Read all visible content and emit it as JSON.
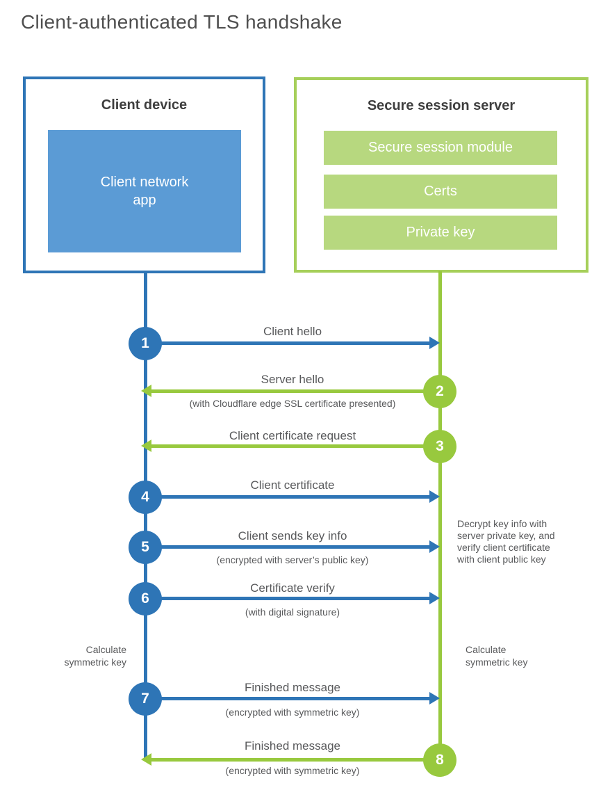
{
  "title": "Client-authenticated TLS handshake",
  "colors": {
    "blue": "#2e75b6",
    "blue_fill": "#5b9bd5",
    "green": "#98c93e",
    "green_border": "#a6cf5a",
    "green_fill": "#b7d87f",
    "text": "#58595b"
  },
  "client_box": {
    "title": "Client device",
    "app_label": "Client network\napp"
  },
  "server_box": {
    "title": "Secure session server",
    "modules": [
      "Secure session module",
      "Certs",
      "Private key"
    ]
  },
  "steps": [
    {
      "number": "1",
      "from": "client",
      "label": "Client hello",
      "sub": ""
    },
    {
      "number": "2",
      "from": "server",
      "label": "Server hello",
      "sub": "(with Cloudflare edge SSL certificate presented)"
    },
    {
      "number": "3",
      "from": "server",
      "label": "Client certificate request",
      "sub": ""
    },
    {
      "number": "4",
      "from": "client",
      "label": "Client certificate",
      "sub": ""
    },
    {
      "number": "5",
      "from": "client",
      "label": "Client sends key info",
      "sub": "(encrypted with server’s public key)"
    },
    {
      "number": "6",
      "from": "client",
      "label": "Certificate verify",
      "sub": "(with digital signature)"
    },
    {
      "number": "7",
      "from": "client",
      "label": "Finished message",
      "sub": "(encrypted with symmetric key)"
    },
    {
      "number": "8",
      "from": "server",
      "label": "Finished message",
      "sub": "(encrypted with symmetric key)"
    }
  ],
  "annotations": {
    "decrypt_note": "Decrypt key info with\nserver private key, and\nverify client certificate\nwith client public key",
    "calc_left": "Calculate\nsymmetric key",
    "calc_right": "Calculate\nsymmetric key"
  }
}
